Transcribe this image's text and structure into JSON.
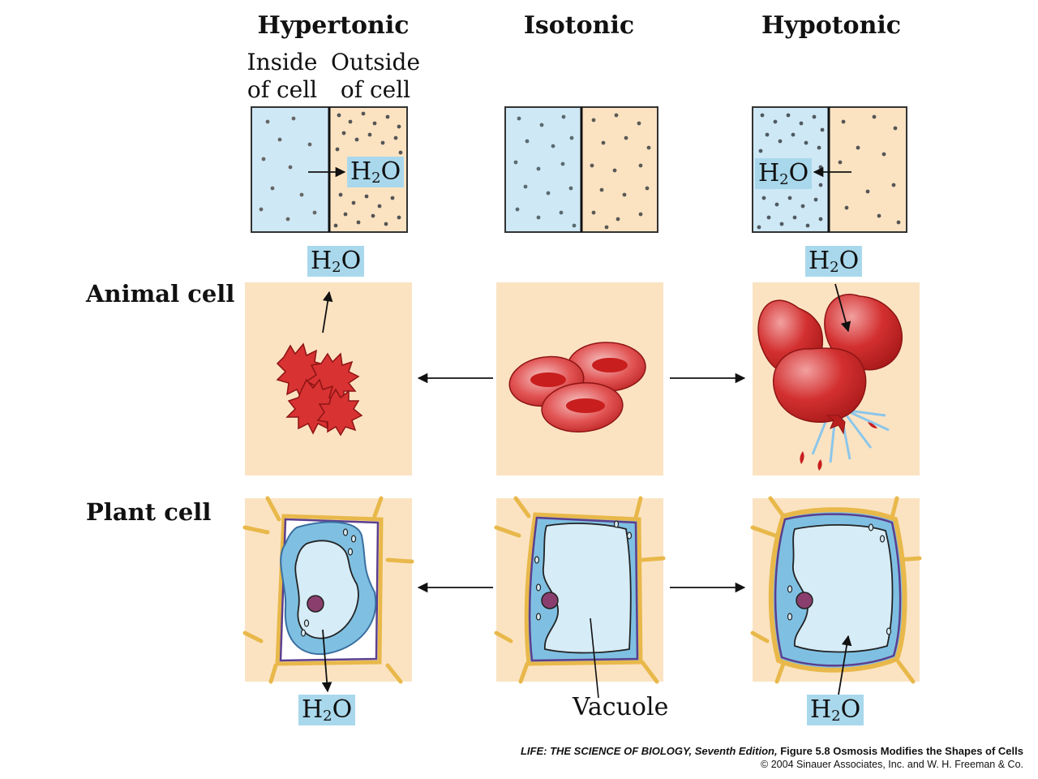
{
  "headers": {
    "hypertonic": "Hypertonic",
    "isotonic": "Isotonic",
    "hypotonic": "Hypotonic"
  },
  "sublabels": {
    "inside": "Inside",
    "inside2": "of cell",
    "outside": "Outside",
    "outside2": "of cell"
  },
  "rows": {
    "animal": "Animal cell",
    "plant": "Plant cell"
  },
  "water": {
    "h": "H",
    "sub": "2",
    "o": "O"
  },
  "vacuole": "Vacuole",
  "credit": {
    "book": "LIFE: THE SCIENCE OF BIOLOGY, Seventh Edition,",
    "figure": " Figure 5.8 Osmosis Modifies the Shapes of Cells",
    "copyright": "© 2004 Sinauer Associates, Inc. and W. H. Freeman & Co."
  },
  "colors": {
    "inside_fill": "#cfe8f5",
    "outside_fill": "#fbe3c2",
    "water_box": "#a9d8ec",
    "rbc_red": "#d83a3a",
    "cell_wall": "#e8b84a",
    "vacuole_fill": "#d6ecf7",
    "cytoplasm": "#7fc0e2",
    "membrane": "#5b3f8f",
    "nucleus": "#8a3e6e"
  }
}
